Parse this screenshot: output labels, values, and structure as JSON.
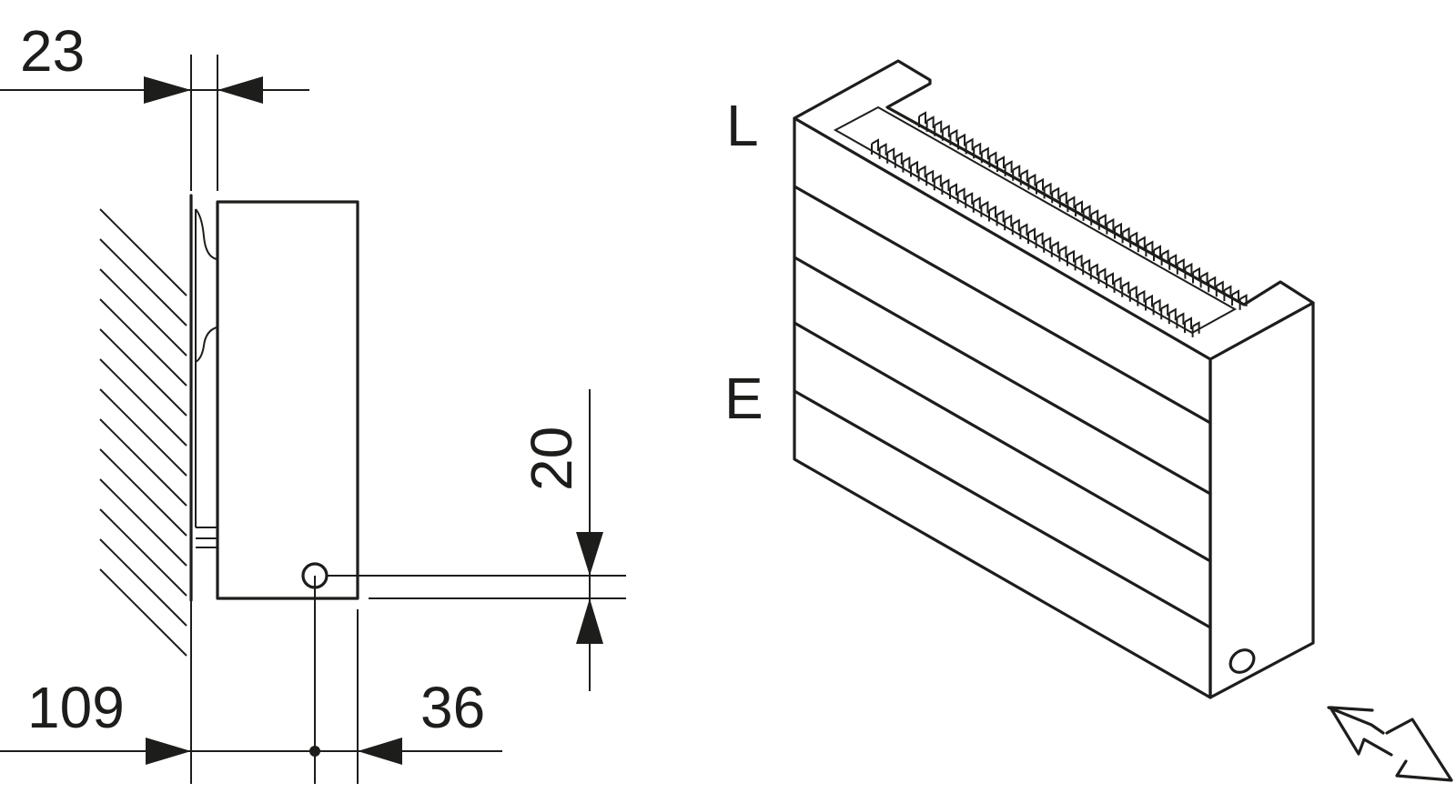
{
  "dimensions": {
    "offset_top": "23",
    "depth": "109",
    "pipe_offset": "36",
    "pipe_height": "20"
  },
  "labels": {
    "inlet": "L",
    "outlet": "E"
  },
  "colors": {
    "line": "#1d1d1b",
    "background": "#ffffff"
  },
  "icons": [
    "connection-direction-arrows-icon"
  ]
}
